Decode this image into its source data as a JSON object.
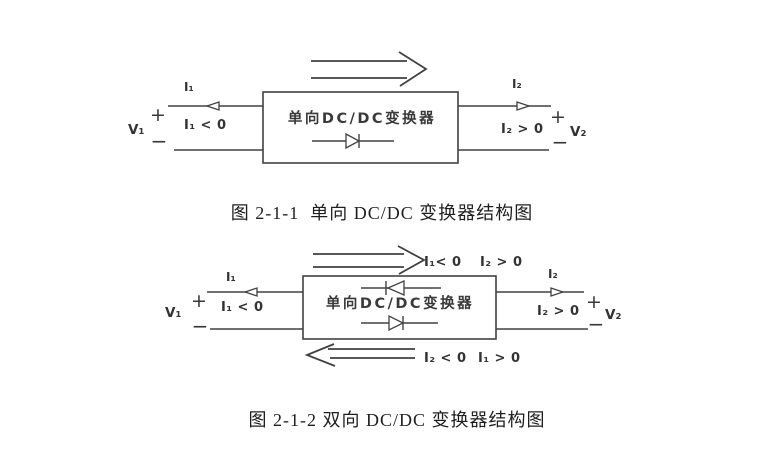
{
  "colors": {
    "background": "#ffffff",
    "line": "#414141",
    "text": "#333333"
  },
  "figure1": {
    "caption": "图 2-1-1  单向 DC/DC 变换器结构图",
    "box_label": "单向DC/DC变换器",
    "source_left": {
      "current": "I₁",
      "condition": "I₁ < 0",
      "voltage": "V₁",
      "plus": "+",
      "minus": "−"
    },
    "source_right": {
      "current": "I₂",
      "condition": "I₂ > 0",
      "voltage": "V₂",
      "plus": "+",
      "minus": "−"
    }
  },
  "figure2": {
    "caption": "图 2-1-2 双向 DC/DC 变换器结构图",
    "box_label": "单向DC/DC变换器",
    "top_flow": {
      "label1": "I₁< 0",
      "label2": "I₂ > 0"
    },
    "bottom_flow": {
      "label1": "I₂ < 0",
      "label2": "I₁ > 0"
    },
    "source_left": {
      "current": "I₁",
      "condition": "I₁ < 0",
      "voltage": "V₁",
      "plus": "+",
      "minus": "−"
    },
    "source_right": {
      "current": "I₂",
      "condition": "I₂ > 0",
      "voltage": "V₂",
      "plus": "+",
      "minus": "−"
    }
  }
}
